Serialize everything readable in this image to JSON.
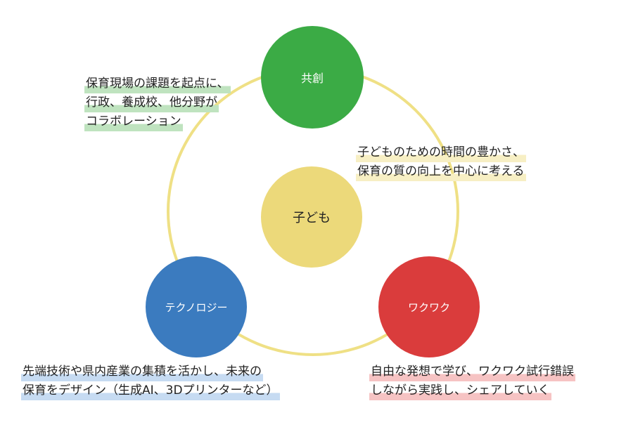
{
  "nodes": {
    "kyoso": "共創",
    "kodomo": "子ども",
    "technology": "テクノロジー",
    "wakuwaku": "ワクワク"
  },
  "notes": {
    "kyoso": [
      "保育現場の課題を起点に、",
      "行政、養成校、他分野が",
      "コラボレーション"
    ],
    "kodomo": [
      "子どものための時間の豊かさ、",
      "保育の質の向上を中心に考える"
    ],
    "technology": [
      "先端技術や県内産業の集積を活かし、未来の",
      "保育をデザイン（生成AI、3Dプリンターなど）"
    ],
    "wakuwaku": [
      "自由な発想で学び、ワクワク試行錯誤",
      "しながら実践し、シェアしていく"
    ]
  },
  "colors": {
    "kyoso": "#3bab45",
    "kodomo": "#ecd97a",
    "technology": "#3b7bbf",
    "wakuwaku": "#da3c3c",
    "ring": "#efe085"
  }
}
